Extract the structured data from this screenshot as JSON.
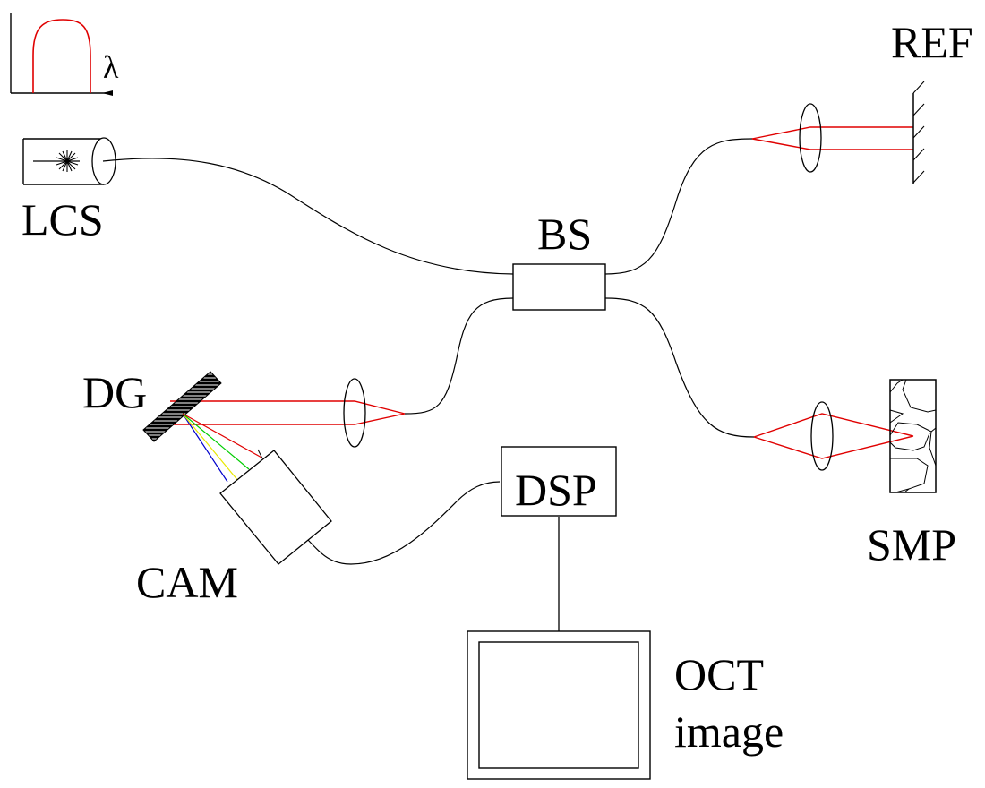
{
  "diagram": {
    "title": "Spectral-domain OCT setup",
    "colors": {
      "beam": "#e00000",
      "line": "#000000",
      "spectrum_blue": "#0000cc",
      "spectrum_yellow": "#e8e800",
      "spectrum_green": "#00cc00",
      "spectrum_red": "#e00000"
    },
    "labels": {
      "lcs": "LCS",
      "lambda": "λ",
      "bs": "BS",
      "ref": "REF",
      "dg": "DG",
      "cam": "CAM",
      "smp": "SMP",
      "dsp": "DSP",
      "oct_line1": "OCT",
      "oct_line2": "image"
    },
    "components": [
      {
        "id": "lcs",
        "name": "Low-coherence light source"
      },
      {
        "id": "spectrum",
        "name": "Source spectrum plot"
      },
      {
        "id": "bs",
        "name": "Beam splitter"
      },
      {
        "id": "ref",
        "name": "Reference mirror"
      },
      {
        "id": "smp",
        "name": "Sample"
      },
      {
        "id": "dg",
        "name": "Diffraction grating"
      },
      {
        "id": "cam",
        "name": "Camera"
      },
      {
        "id": "dsp",
        "name": "Digital signal processor"
      },
      {
        "id": "oct",
        "name": "OCT image display"
      }
    ]
  }
}
